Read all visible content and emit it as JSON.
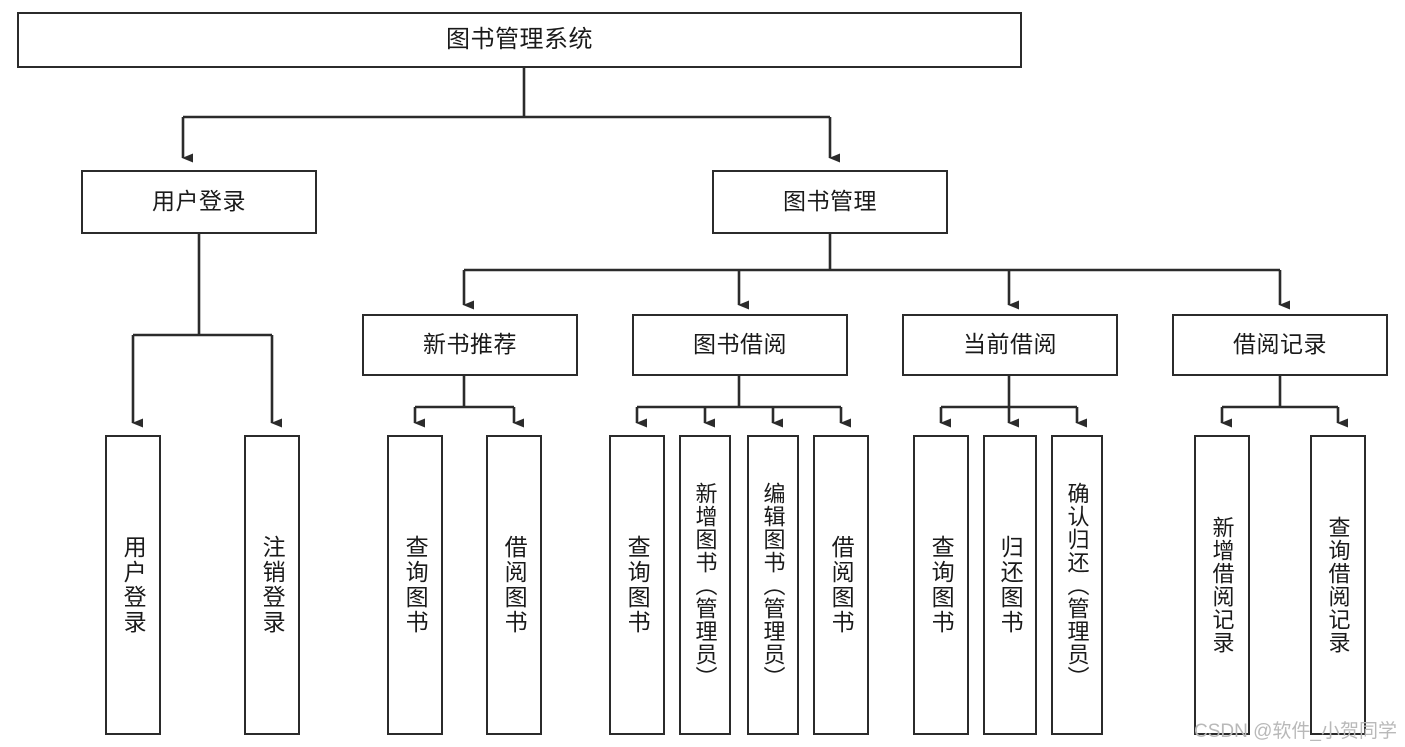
{
  "diagram": {
    "title": "图书管理系统",
    "type": "hierarchy-tree",
    "watermark": "CSDN @软件_小贺同学",
    "colors": {
      "box_border": "#2b2b2b",
      "box_fill": "#ffffff",
      "edge": "#2b2b2b",
      "text": "#1a1a1a",
      "watermark": "#b9b9b9"
    },
    "nodes": {
      "root": {
        "label": "图书管理系统"
      },
      "level2": [
        {
          "id": "user-login",
          "label": "用户登录"
        },
        {
          "id": "book-manage",
          "label": "图书管理"
        }
      ],
      "level3": [
        {
          "id": "new-book-recommend",
          "label": "新书推荐"
        },
        {
          "id": "book-borrow",
          "label": "图书借阅"
        },
        {
          "id": "current-borrow",
          "label": "当前借阅"
        },
        {
          "id": "borrow-record",
          "label": "借阅记录"
        }
      ],
      "leaves": {
        "user_login": [
          {
            "id": "leaf-user-login",
            "label": "用户登录"
          },
          {
            "id": "leaf-logout-login",
            "label": "注销登录"
          }
        ],
        "new_book_recommend": [
          {
            "id": "leaf-query-book-1",
            "label": "查询图书"
          },
          {
            "id": "leaf-borrow-book-1",
            "label": "借阅图书"
          }
        ],
        "book_borrow": [
          {
            "id": "leaf-query-book-2",
            "label": "查询图书"
          },
          {
            "id": "leaf-add-book",
            "label": "新增图书（管理员）"
          },
          {
            "id": "leaf-edit-book",
            "label": "编辑图书（管理员）"
          },
          {
            "id": "leaf-borrow-book-2",
            "label": "借阅图书"
          }
        ],
        "current_borrow": [
          {
            "id": "leaf-query-book-3",
            "label": "查询图书"
          },
          {
            "id": "leaf-return-book",
            "label": "归还图书"
          },
          {
            "id": "leaf-confirm-return",
            "label": "确认归还（管理员）"
          }
        ],
        "borrow_record": [
          {
            "id": "leaf-add-record",
            "label": "新增借阅记录"
          },
          {
            "id": "leaf-query-record",
            "label": "查询借阅记录"
          }
        ]
      }
    }
  }
}
